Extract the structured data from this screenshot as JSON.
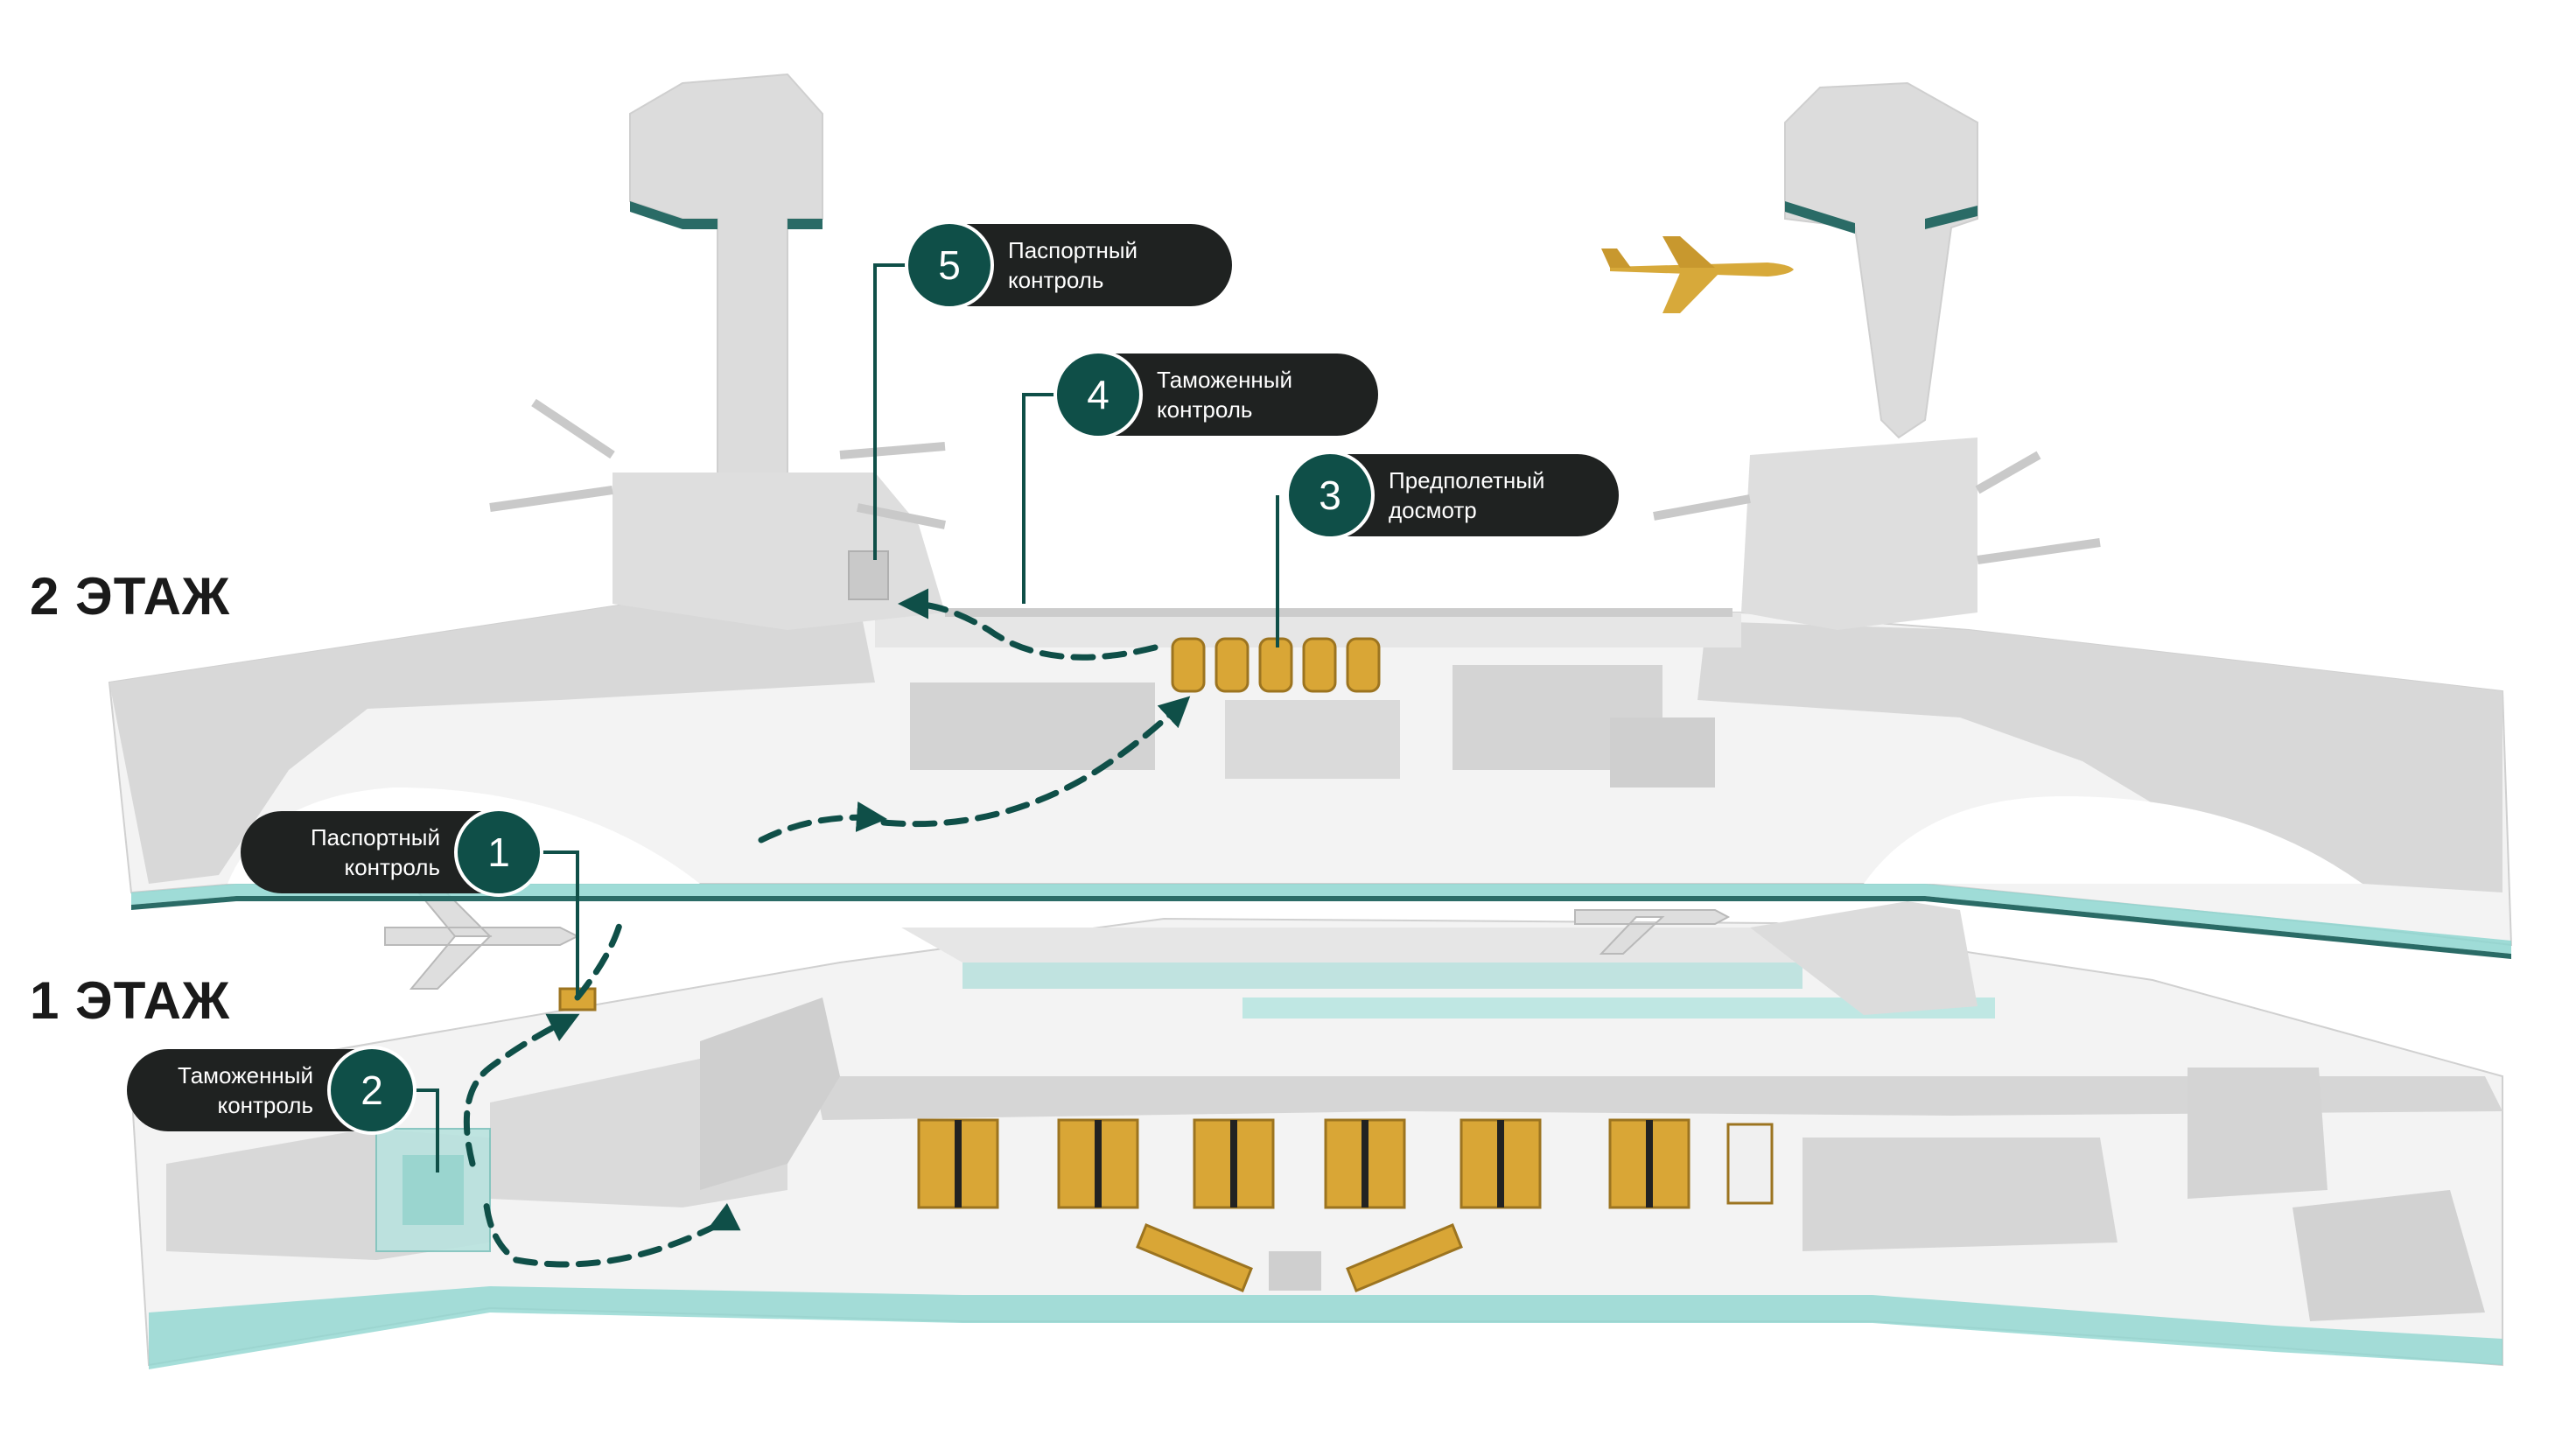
{
  "floors": {
    "upper": "2 ЭТАЖ",
    "lower": "1 ЭТАЖ"
  },
  "steps": [
    {
      "number": "1",
      "label": "Паспортный\nконтроль"
    },
    {
      "number": "2",
      "label": "Таможенный\nконтроль"
    },
    {
      "number": "3",
      "label": "Предполетный\nдосмотр"
    },
    {
      "number": "4",
      "label": "Таможенный\nконтроль"
    },
    {
      "number": "5",
      "label": "Паспортный\nконтроль"
    }
  ],
  "colors": {
    "building": "#dcdcdc",
    "building_light": "#ececec",
    "floor": "#f4f4f4",
    "glass": "#7fcfc9",
    "glass_dark": "#2a6b66",
    "route": "#0f4f48",
    "furniture": "#d9a636",
    "pill": "#1f2221",
    "badge": "#0f4f48",
    "airplane": "#d7a93a"
  },
  "icons": [
    "airplane-icon",
    "route-arrow-icon"
  ]
}
